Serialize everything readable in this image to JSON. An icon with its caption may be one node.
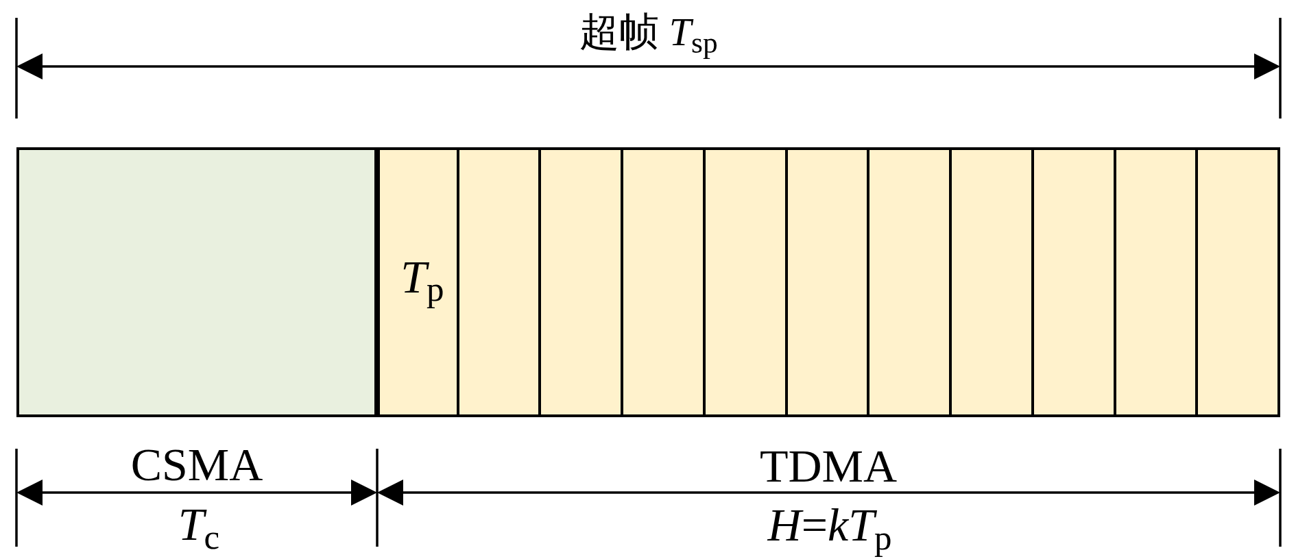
{
  "diagram": {
    "nodes": [
      {
        "text": [],
        "shape": "box"
      },
      {
        "text": [
          "*T*$_{p}$"
        ]
      },
      {
        "text": [],
        "shape": "box"
      },
      {
        "text": [],
        "shape": "box"
      },
      {
        "text": [],
        "shape": "box"
      },
      {
        "text": [],
        "shape": "box"
      },
      {
        "text": [],
        "shape": "box"
      },
      {
        "text": [],
        "shape": "box"
      },
      {
        "text": [],
        "shape": "box"
      },
      {
        "text": [],
        "shape": "box"
      },
      {
        "text": [],
        "shape": "box"
      },
      {
        "text": [],
        "shape": "box"
      }
    ],
    "labels": [
      "超帧 *T*$_{sp}$",
      "CSMA",
      "TDMA",
      "*T*$_{c}$",
      "*H*=*kT*$_{p}$"
    ]
  }
}
